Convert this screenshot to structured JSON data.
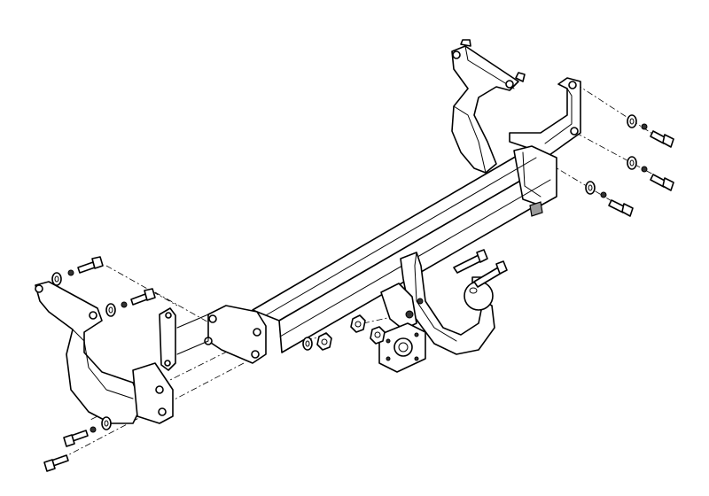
{
  "colors": {
    "line": "#000000",
    "background": "#ffffff",
    "shade": "#9a9a9a"
  },
  "icons": [
    "tow-bar-crossbeam",
    "left-bracket",
    "right-bracket",
    "tow-ball",
    "socket-plate",
    "bolt",
    "nut",
    "washer"
  ]
}
